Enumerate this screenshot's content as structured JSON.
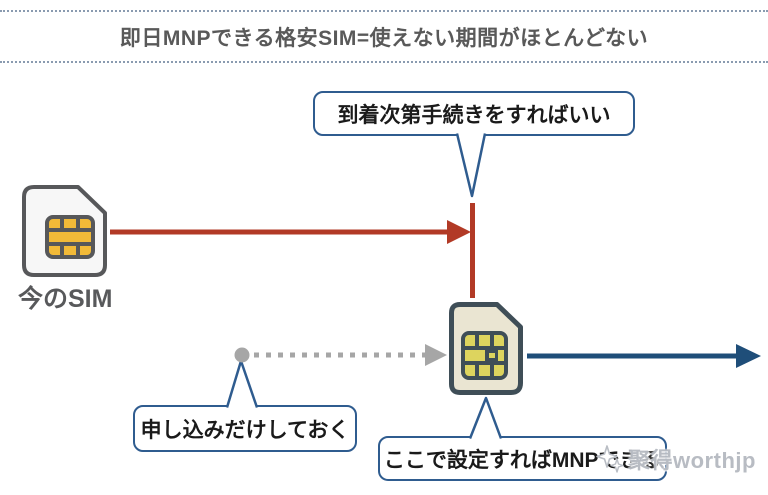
{
  "title": {
    "text": "即日MNPできる格安SIM=使えない期間がほとんどない"
  },
  "callouts": {
    "top": "到着次第手続きをすればいい",
    "bottom_left": "申し込みだけしておく",
    "bottom_right": "ここで設定すればMNPできる"
  },
  "sims": {
    "current": {
      "label": "今のSIM",
      "icon": "sim-card-icon"
    },
    "new": {
      "label": "",
      "icon": "sim-card-icon"
    }
  },
  "watermark": {
    "text": "聚得worthjp",
    "icon": "sparkle-icon"
  },
  "colors": {
    "red_arrow": "#b23a26",
    "blue_arrow": "#1f4e79",
    "bubble_border": "#2f5c8f",
    "gray_dotted": "#a6a6a6",
    "title_text": "#595959",
    "dotted_rule": "#8a9bb0",
    "sim_current_border": "#57585a",
    "sim_current_body": "#f7f7f7",
    "sim_current_chip": "#f2ba38",
    "sim_new_border": "#3f4e57",
    "sim_new_body": "#eae5d2",
    "sim_new_chip": "#ddd45e",
    "watermark_text": "#b0b5bd"
  }
}
